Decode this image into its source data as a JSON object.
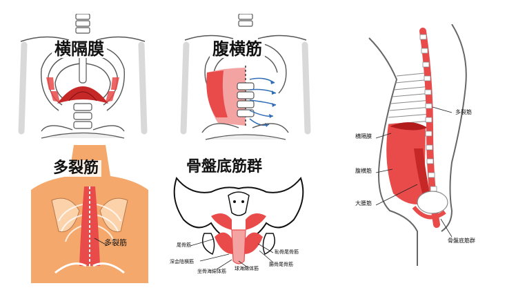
{
  "panels": {
    "diaphragm": {
      "title": "横隔膜"
    },
    "transversus": {
      "title": "腹横筋"
    },
    "multifidus": {
      "title": "多裂筋",
      "label": "多裂筋"
    },
    "pelvic_floor": {
      "title": "骨盤底筋群",
      "labels": {
        "coccygeus": "尾骨筋",
        "deep_transverse_perineal": "深会陰横筋",
        "ischiocavernosus": "坐骨海綿体筋",
        "bulbospongiosus": "球海綿体筋",
        "pubococcygeus": "恥骨尾骨筋",
        "iliococcygeus": "腸骨尾骨筋"
      }
    },
    "side_view": {
      "labels": {
        "multifidus": "多裂筋",
        "diaphragm": "横隔膜",
        "transversus": "腹横筋",
        "psoas": "大腰筋",
        "pelvic_floor": "骨盤底筋群"
      }
    }
  },
  "colors": {
    "muscle": "#e94b4b",
    "muscle_light": "#f4a3a3",
    "muscle_dark": "#b31c1c",
    "skin": "#f5a86b",
    "bone_line": "#444444",
    "arrow": "#2f6db5"
  }
}
